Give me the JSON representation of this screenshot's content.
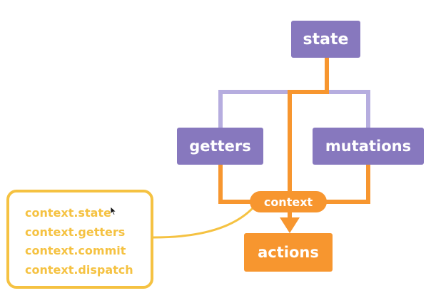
{
  "diagram": {
    "nodes": {
      "state": "state",
      "getters": "getters",
      "mutations": "mutations",
      "actions": "actions",
      "context": "context"
    },
    "context_members": [
      "context.state",
      "context.getters",
      "context.commit",
      "context.dispatch"
    ]
  },
  "colors": {
    "purple": "#8778be",
    "purple_light": "#b6addf",
    "orange": "#f7962f",
    "yellow": "#f5c242"
  }
}
